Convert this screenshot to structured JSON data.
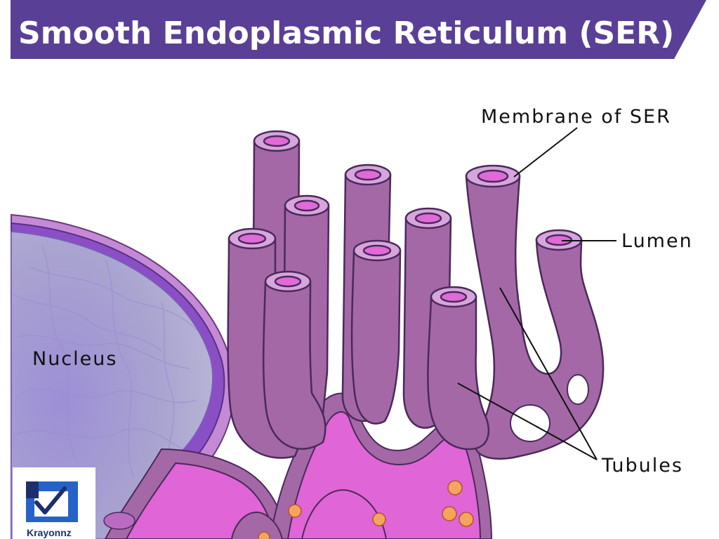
{
  "title": "Smooth Endoplasmic Reticulum (SER)",
  "labels": {
    "membrane": "Membrane of SER",
    "lumen": "Lumen",
    "nucleus": "Nucleus",
    "tubules": "Tubules"
  },
  "logo": {
    "name": "Krayonnz"
  },
  "colors": {
    "title_bar": "#5a3f96",
    "tubule_fill": "#a468a7",
    "tubule_outline": "#4a2a5a",
    "lumen_fill": "#e06ad8",
    "tubule_top": "#d7a5dc",
    "nucleus_fill": "#a9a1d2",
    "nucleus_rim": "#8a4fc5",
    "rough_er_fill": "#e065d6",
    "ribosome": "#f3a560",
    "logo_blue": "#2563c9"
  }
}
